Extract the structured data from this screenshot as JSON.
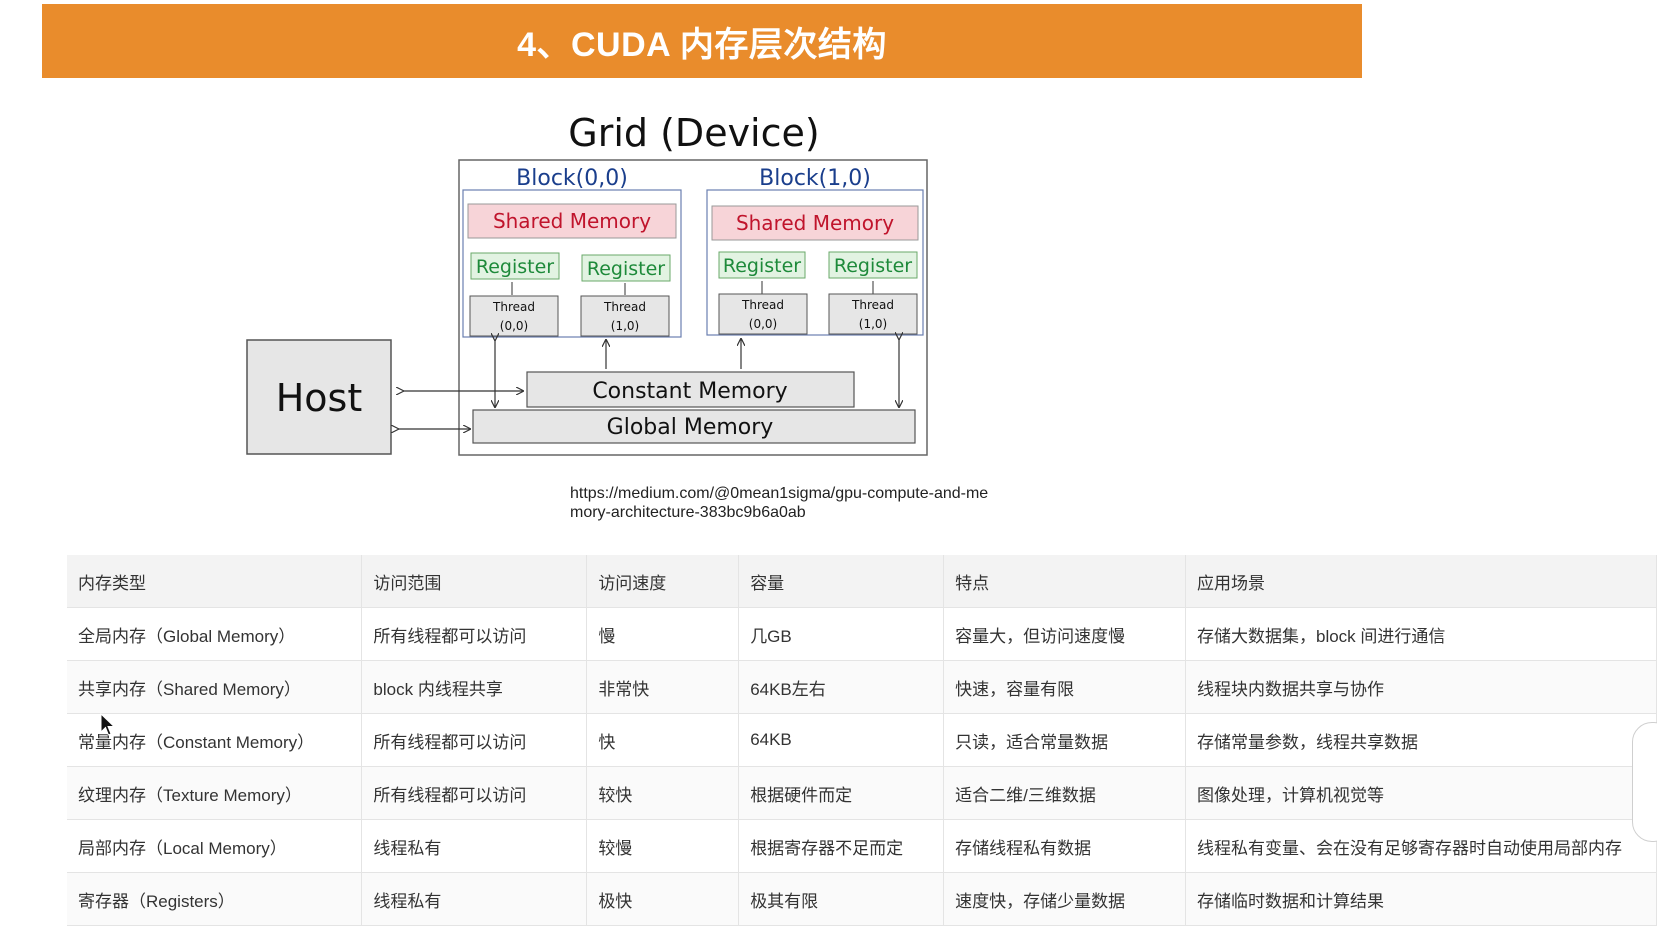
{
  "header": {
    "title": "4、CUDA 内存层次结构"
  },
  "diagram": {
    "title": "Grid (Device)",
    "host_label": "Host",
    "blocks": [
      {
        "label": "Block(0,0)",
        "shared_memory": "Shared Memory",
        "threads": [
          {
            "register": "Register",
            "thread_label": "Thread",
            "thread_id": "(0,0)"
          },
          {
            "register": "Register",
            "thread_label": "Thread",
            "thread_id": "(1,0)"
          }
        ]
      },
      {
        "label": "Block(1,0)",
        "shared_memory": "Shared Memory",
        "threads": [
          {
            "register": "Register",
            "thread_label": "Thread",
            "thread_id": "(0,0)"
          },
          {
            "register": "Register",
            "thread_label": "Thread",
            "thread_id": "(1,0)"
          }
        ]
      }
    ],
    "constant_memory": "Constant Memory",
    "global_memory": "Global Memory",
    "colors": {
      "shared_fill": "#f7d4d8",
      "shared_text": "#c0142c",
      "register_fill": "#e2f3e2",
      "register_text": "#1e8a3a",
      "block_text": "#1a3e8c",
      "box_fill": "#e6e6e6"
    }
  },
  "source_caption": "https://medium.com/@0mean1sigma/gpu-compute-and-memory-architecture-383bc9b6a0ab",
  "table": {
    "headers": [
      "内存类型",
      "访问范围",
      "访问速度",
      "容量",
      "特点",
      "应用场景"
    ],
    "rows": [
      [
        "全局内存（Global Memory）",
        "所有线程都可以访问",
        "慢",
        "几GB",
        "容量大，但访问速度慢",
        "存储大数据集，block 间进行通信"
      ],
      [
        "共享内存（Shared Memory）",
        "block 内线程共享",
        "非常快",
        "64KB左右",
        "快速，容量有限",
        "线程块内数据共享与协作"
      ],
      [
        "常量内存（Constant Memory）",
        "所有线程都可以访问",
        "快",
        "64KB",
        "只读，适合常量数据",
        "存储常量参数，线程共享数据"
      ],
      [
        "纹理内存（Texture Memory）",
        "所有线程都可以访问",
        "较快",
        "根据硬件而定",
        "适合二维/三维数据",
        "图像处理，计算机视觉等"
      ],
      [
        "局部内存（Local Memory）",
        "线程私有",
        "较慢",
        "根据寄存器不足而定",
        "存储线程私有数据",
        "线程私有变量、会在没有足够寄存器时自动使用局部内存"
      ],
      [
        "寄存器（Registers）",
        "线程私有",
        "极快",
        "极其有限",
        "速度快，存储少量数据",
        "存储临时数据和计算结果"
      ]
    ]
  }
}
